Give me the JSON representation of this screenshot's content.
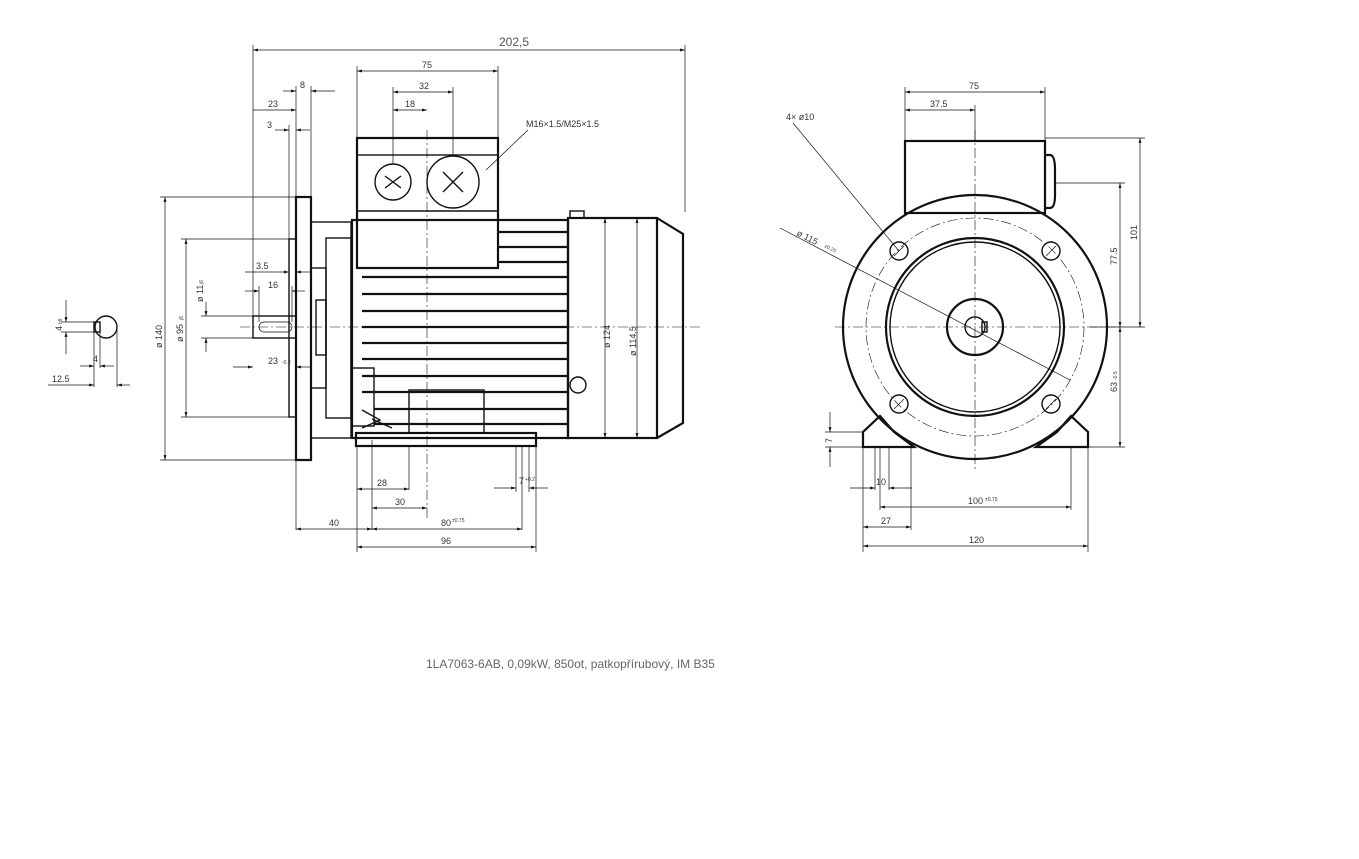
{
  "drawing": {
    "caption": "1LA7063-6AB,  0,09kW, 850ot, patkopřírubový, IM B35",
    "side_view": {
      "overall_length": "202,5",
      "terminal_box_width": "75",
      "gland_spacing": "32",
      "gland_offset": "18",
      "gland_threads": "M16×1.5/M25×1.5",
      "shaft_length": "23",
      "flange_thickness": "8",
      "spigot": "3",
      "flange_diameter": "ø 140",
      "spigot_diameter": "ø 95",
      "spigot_tol": "j6",
      "shaft_diameter": "ø 11",
      "shaft_tol": "j6",
      "key_length": "16",
      "key_offset": "3.5",
      "shaft_ext": "23",
      "shaft_ext_tol": "-0.2",
      "frame_diameter": "ø 124",
      "fan_cover_diameter": "ø 114.5",
      "foot_28": "28",
      "foot_30": "30",
      "foot_40": "40",
      "foot_80": "80",
      "foot_80_tol": "±0.75",
      "foot_96": "96",
      "foot_7": "7",
      "foot_7_tol": "+0.2"
    },
    "shaft_section": {
      "key_height": "4",
      "key_height_tol": "h9",
      "key_width": "4",
      "shaft_center": "12.5"
    },
    "end_view": {
      "width": "75",
      "half_width": "37.5",
      "holes": "4×  ø10",
      "pcd": "ø  115",
      "pcd_tol": "±0.25",
      "height_101": "101",
      "height_77": "77.5",
      "shaft_height": "63",
      "shaft_height_tol": "-0.5",
      "foot_height": "7",
      "foot_10": "10",
      "foot_27": "27",
      "foot_100": "100",
      "foot_100_tol": "±0.75",
      "foot_120": "120"
    }
  }
}
